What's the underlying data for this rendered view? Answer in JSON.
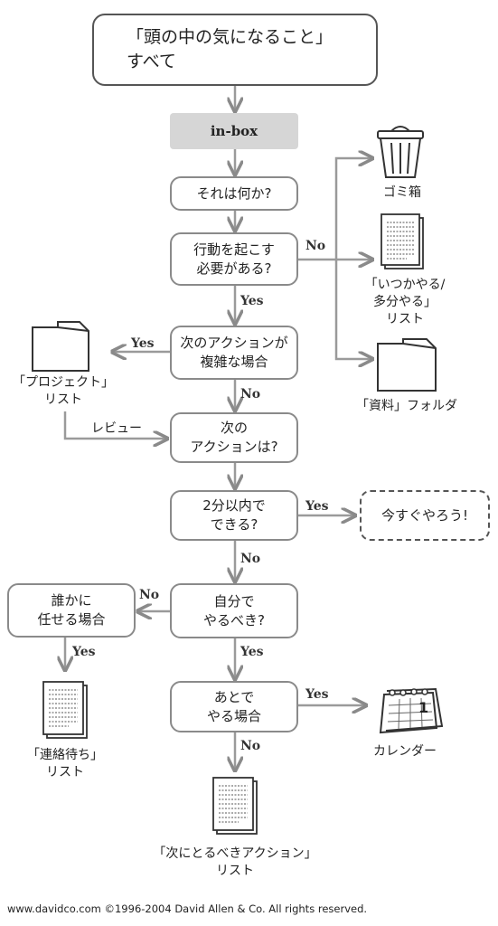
{
  "nodes": {
    "stuff": [
      "「頭の中の気になること」",
      "すべて"
    ],
    "inbox": "in-box",
    "what": "それは何か?",
    "actionable": [
      "行動を起こす",
      "必要がある?"
    ],
    "multistep": [
      "次のアクションが",
      "複雑な場合"
    ],
    "next_action": [
      "次の",
      "アクションは?"
    ],
    "two_min": [
      "2分以内で",
      "できる?"
    ],
    "do_it": "今すぐやろう!",
    "do_self": [
      "自分で",
      "やるべき?"
    ],
    "delegate": [
      "誰かに",
      "任せる場合"
    ],
    "later": [
      "あとで",
      "やる場合"
    ]
  },
  "outputs": {
    "trash": "ゴミ箱",
    "someday": [
      "「いつかやる/",
      "多分やる」",
      "リスト"
    ],
    "reference": "「資料」フォルダ",
    "projects": [
      "「プロジェクト」",
      "リスト"
    ],
    "review": "レビュー",
    "waiting": [
      "「連絡待ち」",
      "リスト"
    ],
    "calendar": "カレンダー",
    "next_actions": [
      "「次にとるべきアクション」",
      "リスト"
    ]
  },
  "edge_labels": {
    "yes": "Yes",
    "no": "No"
  },
  "footer": "www.davidco.com ©1996-2004 David Allen & Co.  All rights reserved."
}
